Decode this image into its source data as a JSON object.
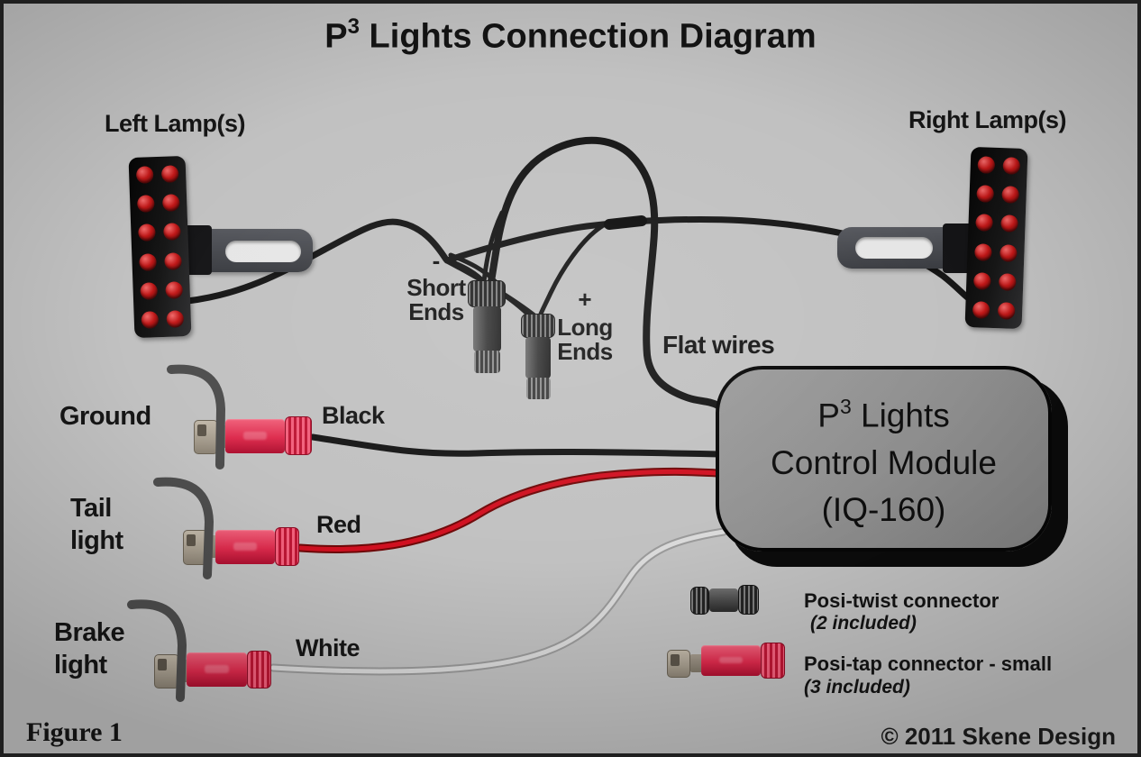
{
  "title": {
    "prefix": "P",
    "sup": "3",
    "rest": " Lights Connection Diagram"
  },
  "lamps": {
    "left_label": "Left Lamp(s)",
    "right_label": "Right Lamp(s)",
    "led_rows": 6,
    "led_cols": 2
  },
  "splitters": {
    "short_ends": {
      "sign": "-",
      "line1": "Short",
      "line2": "Ends"
    },
    "long_ends": {
      "sign": "+",
      "line1": "Long",
      "line2": "Ends"
    }
  },
  "wires": {
    "flat_label": "Flat wires",
    "black_label": "Black",
    "red_label": "Red",
    "white_label": "White"
  },
  "inputs": {
    "ground_label": "Ground",
    "tail_line1": "Tail",
    "tail_line2": "light",
    "brake_line1": "Brake",
    "brake_line2": "light"
  },
  "module": {
    "line1_prefix": "P",
    "line1_sup": "3",
    "line1_rest": " Lights",
    "line2": "Control Module",
    "line3": "(IQ-160)"
  },
  "legend": [
    {
      "label": "Posi-twist connector",
      "note": "(2 included)"
    },
    {
      "label": "Posi-tap connector - small",
      "note": "(3 included)"
    }
  ],
  "footer": {
    "figure": "Figure 1",
    "copyright": "© 2011 Skene Design"
  },
  "colors": {
    "wire_black": "#151515",
    "wire_red": "#d01020",
    "wire_white": "#dadada",
    "hook_gray": "#4d4d4d",
    "connector_red": "#dd2a4c",
    "connector_tan": "#a79e8f",
    "twist_gray": "#4a4a4a",
    "module_fill": "#8d8d8d",
    "led_red": "#c01818",
    "canvas_bg": "#c1c1c1"
  }
}
